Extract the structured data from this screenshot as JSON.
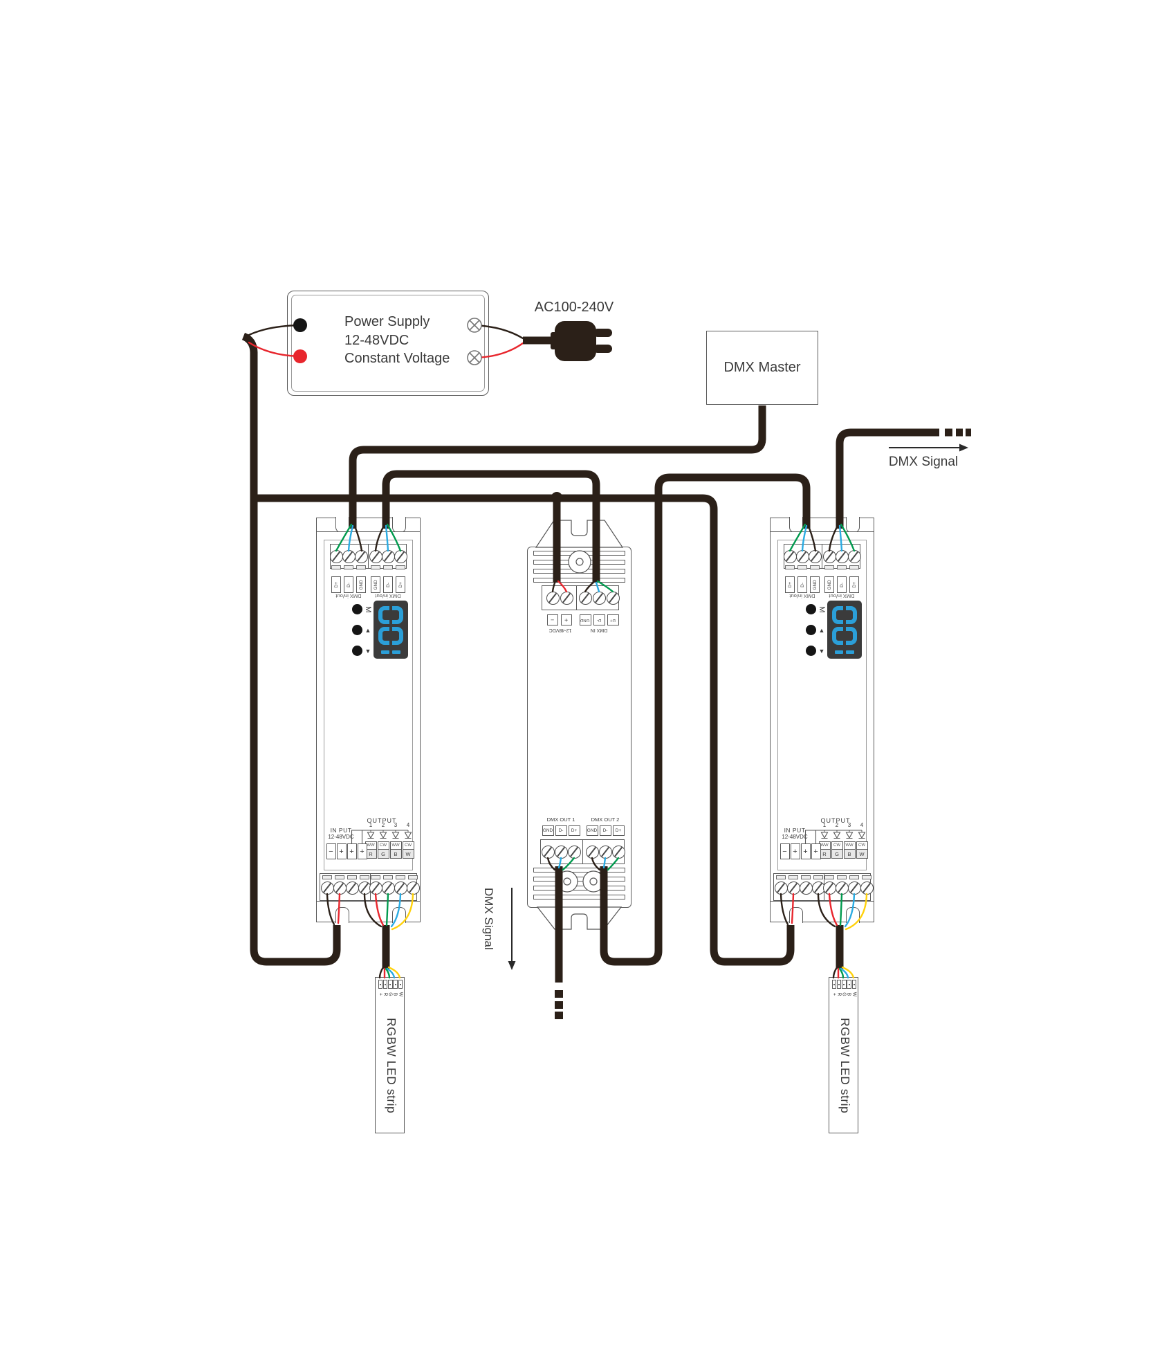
{
  "power_supply": {
    "line1": "Power Supply",
    "line2": "12-48VDC",
    "line3": "Constant Voltage"
  },
  "ac_label": "AC100-240V",
  "dmx_master": {
    "label": "DMX Master"
  },
  "dmx_signal_right": {
    "label": "DMX Signal"
  },
  "dmx_signal_down": {
    "label": "DMX Signal"
  },
  "decoder": {
    "display_value": "00",
    "button_labels": [
      "M",
      "▲",
      "▼"
    ],
    "dmx_terminal_labels": [
      "D+",
      "D-",
      "GND",
      "GND",
      "D-",
      "D+"
    ],
    "dmx_port_label": "DMX in/out",
    "output_title": "OUTPUT",
    "output_channels": [
      "1",
      "2",
      "3",
      "4"
    ],
    "output_cells_top": [
      "WW",
      "CW",
      "WW",
      "CW"
    ],
    "output_cells_bottom": [
      "R",
      "G",
      "B",
      "W"
    ],
    "input_title": "IN PUT",
    "input_voltage": "12-48VDC",
    "input_terminals": [
      "−",
      "+",
      "+",
      "+"
    ]
  },
  "splitter": {
    "in_power_terminals": [
      "−",
      "+"
    ],
    "in_dmx_terminals": [
      "GND",
      "D-",
      "D+"
    ],
    "in_power_label": "12-48VDC",
    "in_dmx_label": "DMX IN",
    "out1_title": "DMX OUT 1",
    "out2_title": "DMX OUT 2",
    "out_terminals": [
      "GND",
      "D-",
      "D+"
    ]
  },
  "led_strip": {
    "label": "RGBW LED strip",
    "pins": [
      "+",
      "R",
      "G",
      "B",
      "W"
    ]
  },
  "colors": {
    "wire_black": "#2b2018",
    "wire_red": "#e8262d",
    "wire_green": "#009a4e",
    "wire_blue": "#29abe2",
    "wire_yellow": "#ffd10a",
    "display_bg": "#3b3b3b",
    "digit_blue": "#2b9fd8"
  }
}
